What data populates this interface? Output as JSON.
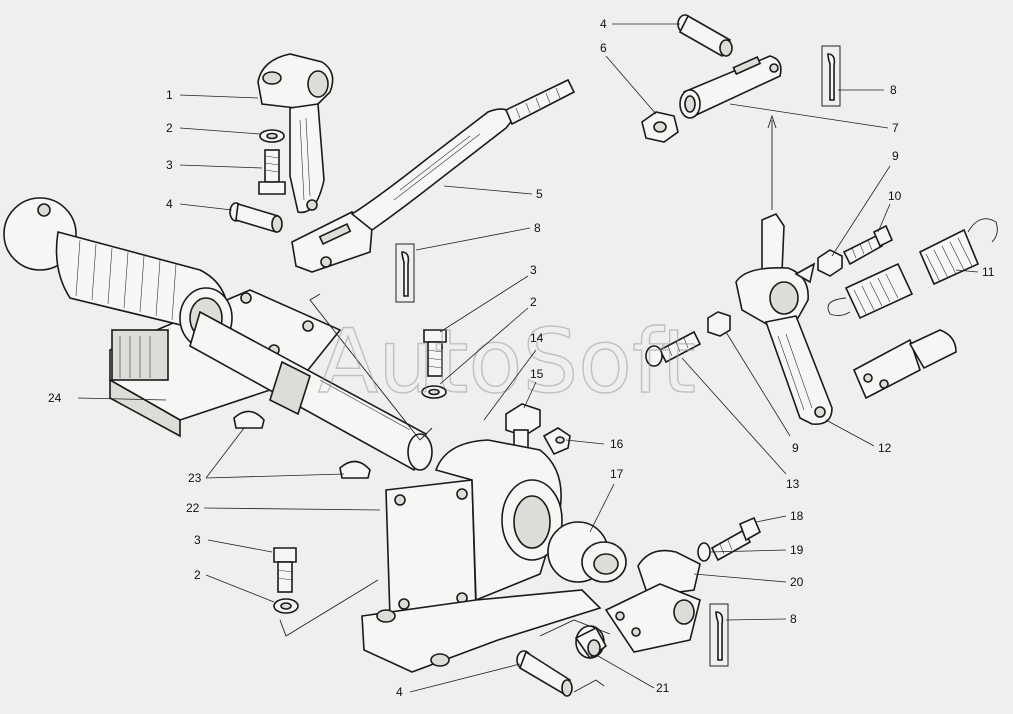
{
  "watermark": "AutoSoft",
  "callouts": [
    {
      "id": "c1",
      "text": "1"
    },
    {
      "id": "c2a",
      "text": "2"
    },
    {
      "id": "c3a",
      "text": "3"
    },
    {
      "id": "c4a",
      "text": "4"
    },
    {
      "id": "c4b",
      "text": "4"
    },
    {
      "id": "c6",
      "text": "6"
    },
    {
      "id": "c5",
      "text": "5"
    },
    {
      "id": "c8a",
      "text": "8"
    },
    {
      "id": "c7",
      "text": "7"
    },
    {
      "id": "c8b",
      "text": "8"
    },
    {
      "id": "c9a",
      "text": "9"
    },
    {
      "id": "c10",
      "text": "10"
    },
    {
      "id": "c11",
      "text": "11"
    },
    {
      "id": "c3b",
      "text": "3"
    },
    {
      "id": "c2b",
      "text": "2"
    },
    {
      "id": "c14",
      "text": "14"
    },
    {
      "id": "c15",
      "text": "15"
    },
    {
      "id": "c16",
      "text": "16"
    },
    {
      "id": "c9b",
      "text": "9"
    },
    {
      "id": "c13",
      "text": "13"
    },
    {
      "id": "c12",
      "text": "12"
    },
    {
      "id": "c24",
      "text": "24"
    },
    {
      "id": "c23",
      "text": "23"
    },
    {
      "id": "c22",
      "text": "22"
    },
    {
      "id": "c17",
      "text": "17"
    },
    {
      "id": "c18",
      "text": "18"
    },
    {
      "id": "c19",
      "text": "19"
    },
    {
      "id": "c20",
      "text": "20"
    },
    {
      "id": "c3c",
      "text": "3"
    },
    {
      "id": "c2c",
      "text": "2"
    },
    {
      "id": "c8c",
      "text": "8"
    },
    {
      "id": "c4c",
      "text": "4"
    },
    {
      "id": "c21",
      "text": "21"
    }
  ]
}
